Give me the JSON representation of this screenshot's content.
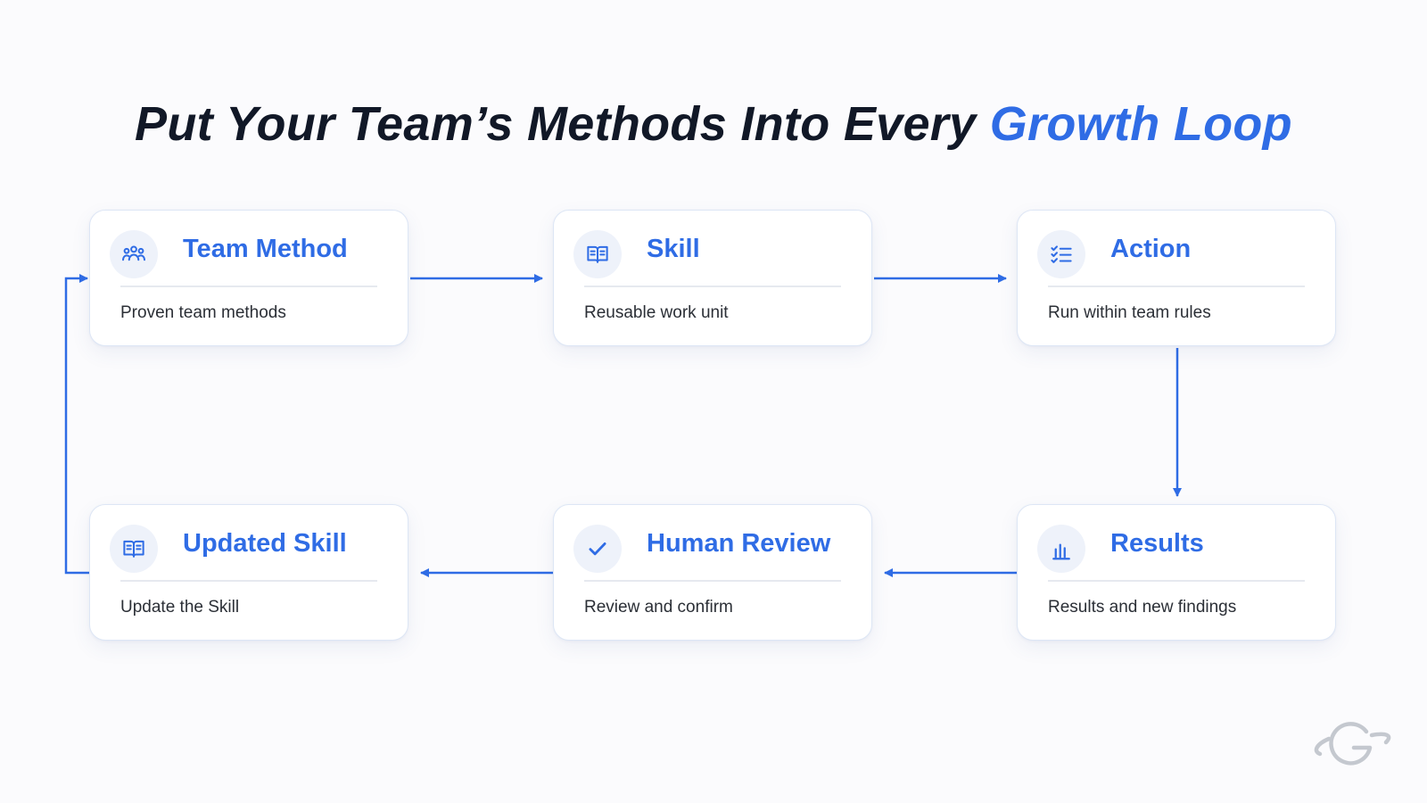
{
  "headline": {
    "main": "Put Your Team’s Methods Into Every ",
    "accent": "Growth Loop"
  },
  "nodes": [
    {
      "title": "Team Method",
      "description": "Proven team methods",
      "icon": "team-icon"
    },
    {
      "title": "Skill",
      "description": "Reusable work unit",
      "icon": "book-icon"
    },
    {
      "title": "Action",
      "description": "Run within team rules",
      "icon": "checklist-icon"
    },
    {
      "title": "Results",
      "description": "Results and new findings",
      "icon": "bar-chart-icon"
    },
    {
      "title": "Human Review",
      "description": "Review and confirm",
      "icon": "checkmark-icon"
    },
    {
      "title": "Updated Skill",
      "description": "Update the Skill",
      "icon": "book-icon"
    }
  ],
  "flow": [
    [
      "Team Method",
      "Skill"
    ],
    [
      "Skill",
      "Action"
    ],
    [
      "Action",
      "Results"
    ],
    [
      "Results",
      "Human Review"
    ],
    [
      "Human Review",
      "Updated Skill"
    ],
    [
      "Updated Skill",
      "Team Method"
    ]
  ],
  "brand": {
    "logo_icon": "planet-g-logo-icon"
  },
  "colors": {
    "accent": "#2f6ce5",
    "headline": "#111827",
    "text": "#2b2f36",
    "background": "#fbfbfd",
    "card_border": "#dde6f5",
    "icon_bg": "#eef2fa"
  }
}
